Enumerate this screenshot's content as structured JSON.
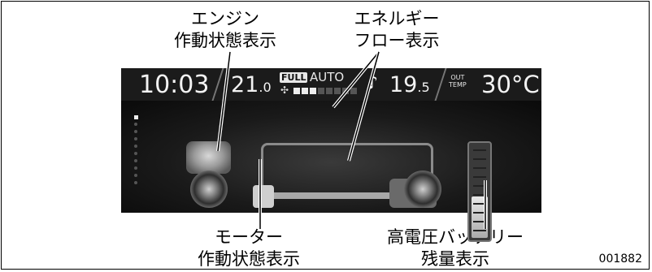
{
  "labels": {
    "engine_line1": "エンジン",
    "engine_line2": "作動状態表示",
    "energy_line1": "エネルギー",
    "energy_line2": "フロー表示",
    "motor_line1": "モーター",
    "motor_line2": "作動状態表示",
    "battery_line1": "高電圧バッテリー",
    "battery_line2": "残量表示"
  },
  "image_code": "001882",
  "display": {
    "time": "10:03",
    "left_temp_int": "21",
    "left_temp_dec": ".0",
    "fan_badge": "FULL",
    "fan_mode": "AUTO",
    "right_temp_int": "19",
    "right_temp_dec": ".5",
    "out_label_1": "OUT",
    "out_label_2": "TEMP",
    "outside_temp": "30°C",
    "fan_level": 3,
    "fan_level_max": 8,
    "battery_level_fraction": 0.45,
    "colors": {
      "screen_bg": "#111111",
      "text": "#f3f3f3"
    }
  }
}
